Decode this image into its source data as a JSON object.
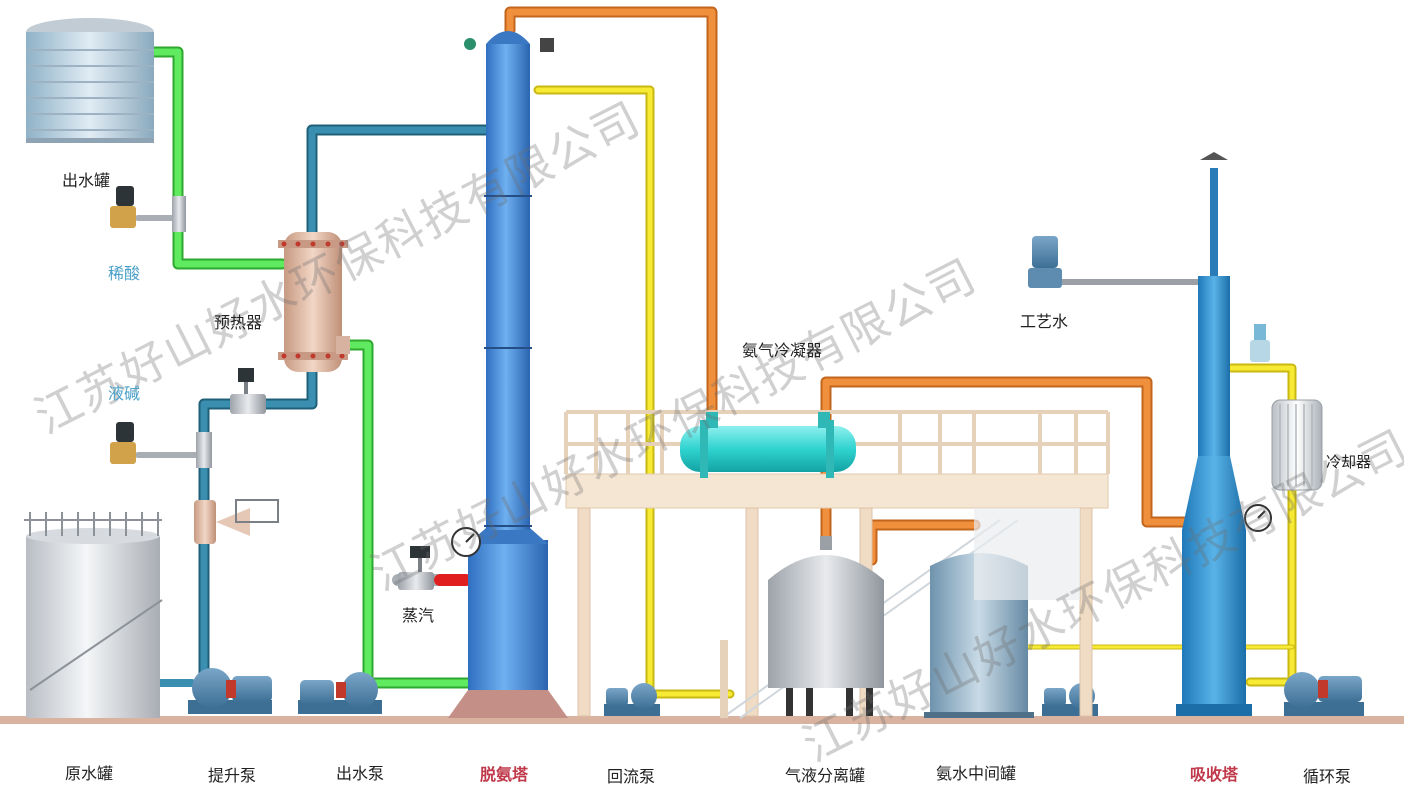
{
  "watermark": "江苏好山好水环保科技有限公司",
  "labels": {
    "outlet_tank": "出水罐",
    "dilute_acid": "稀酸",
    "preheater": "预热器",
    "lye": "液碱",
    "steam": "蒸汽",
    "ammonia_condenser": "氨气冷凝器",
    "process_water": "工艺水",
    "cooler": "冷却器",
    "raw_water_tank": "原水罐",
    "lift_pump": "提升泵",
    "outlet_pump": "出水泵",
    "stripping_tower": "脱氨塔",
    "reflux_pump": "回流泵",
    "gas_liquid_separator": "气液分离罐",
    "ammonia_water_tank": "氨水中间罐",
    "absorption_tower": "吸收塔",
    "circulation_pump": "循环泵"
  },
  "colors": {
    "accent_label": "#c0394a",
    "chemical_label": "#4aa0c8",
    "pipe_green": "#4ee24e",
    "pipe_teal": "#2f7f9e",
    "pipe_orange": "#e8873a",
    "pipe_yellow": "#f2e22a",
    "tower_blue": "#3a86d6",
    "absorber_blue": "#2a8ccc",
    "ground": "#d9b3a0"
  }
}
